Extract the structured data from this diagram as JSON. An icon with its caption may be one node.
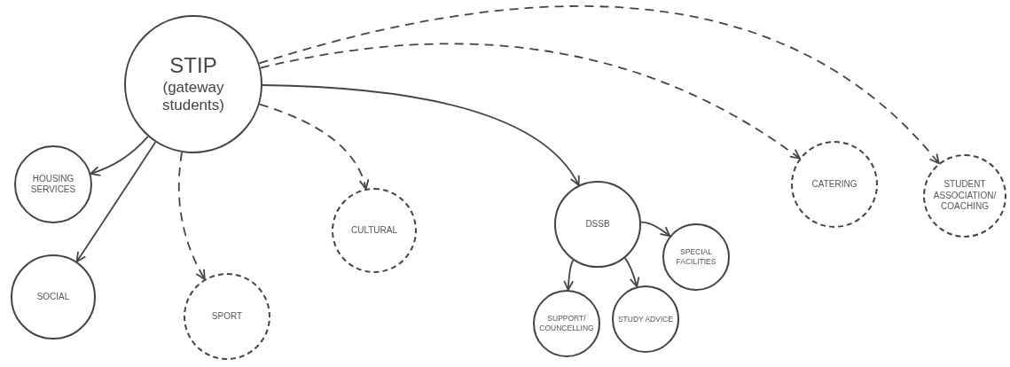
{
  "diagram": {
    "nodes": [
      {
        "text": [
          "STIP",
          "(gateway students)"
        ]
      },
      {
        "text": [
          "HOUSING SERVICES"
        ]
      },
      {
        "text": [
          "SOCIAL"
        ]
      },
      {
        "text": [
          "SPORT"
        ]
      },
      {
        "text": [
          "CULTURAL"
        ]
      },
      {
        "text": [
          "DSSB"
        ]
      },
      {
        "text": [
          "SPECIAL FACILITIES"
        ]
      },
      {
        "text": [
          "SUPPORT/ COUNCELLING"
        ]
      },
      {
        "text": [
          "STUDY ADVICE"
        ]
      },
      {
        "text": [
          "CATERING"
        ]
      },
      {
        "text": [
          "STUDENT ASSOCIATION/ COACHING"
        ]
      }
    ],
    "edges": [
      {
        "from": 0,
        "to": 1,
        "arrow": "to"
      },
      {
        "from": 0,
        "to": 2,
        "arrow": "to"
      },
      {
        "from": 0,
        "to": 3,
        "arrow": "to",
        "style": "dashed"
      },
      {
        "from": 0,
        "to": 4,
        "arrow": "to",
        "style": "dashed"
      },
      {
        "from": 0,
        "to": 5,
        "arrow": "to"
      },
      {
        "from": 0,
        "to": 9,
        "arrow": "to",
        "style": "dashed"
      },
      {
        "from": 0,
        "to": 10,
        "arrow": "to",
        "style": "dashed"
      },
      {
        "from": 5,
        "to": 6,
        "arrow": "to"
      },
      {
        "from": 5,
        "to": 7,
        "arrow": "to"
      },
      {
        "from": 5,
        "to": 8,
        "arrow": "to"
      }
    ]
  }
}
